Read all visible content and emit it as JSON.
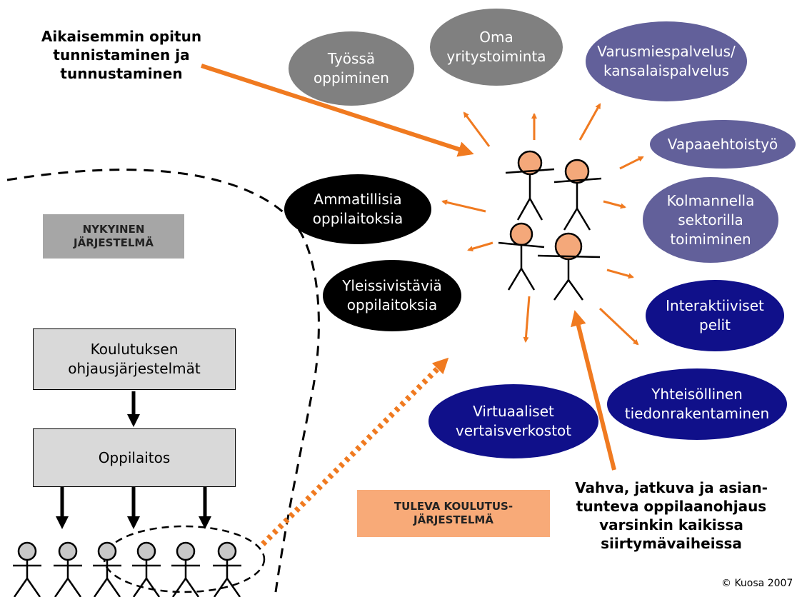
{
  "colors": {
    "orange": "#f07a20",
    "person_fill": "#f4a87a",
    "grey_oval": "#808080",
    "lavender_oval": "#62609a",
    "black_oval": "#000000",
    "navy_oval": "#10108a",
    "current_label_bg": "#a6a6a6",
    "future_label_bg": "#f8aa78",
    "system_box_bg": "#d9d9d9"
  },
  "callouts": {
    "prior_learning": "Aikaisemmin opitun\ntunnistaminen ja\ntunnustaminen",
    "guidance": "Vahva, jatkuva ja asian-\ntunteva oppilaanohjaus\nvarsinkin kaikissa\nsiirtymävaiheissa"
  },
  "ovals": {
    "tyossa": "Työssä\noppiminen",
    "oma": "Oma\nyritystoiminta",
    "varusmies": "Varusmiespalvelus/\nkansalaispalvelus",
    "vapaaehtoistyo": "Vapaaehtoistyö",
    "kolmas_sektori": "Kolmannella\nsektorilla\ntoimiminen",
    "ammatillisia": "Ammatillisia\noppilaitoksia",
    "yleissivistavia": "Yleissivistäviä\noppilaitoksia",
    "interaktiiviset": "Interaktiiviset\npelit",
    "yhteisollinen": "Yhteisöllinen\ntiedonrakentaminen",
    "virtuaaliset": "Virtuaaliset\nvertaisverkostot"
  },
  "current_system": {
    "label": "NYKYINEN\nJÄRJESTELMÄ",
    "box1": "Koulutuksen\nohjausjärjestelmät",
    "box2": "Oppilaitos"
  },
  "future_system": {
    "label": "TULEVA KOULUTUS-\nJÄRJESTELMÄ"
  },
  "copyright": "© Kuosa 2007"
}
